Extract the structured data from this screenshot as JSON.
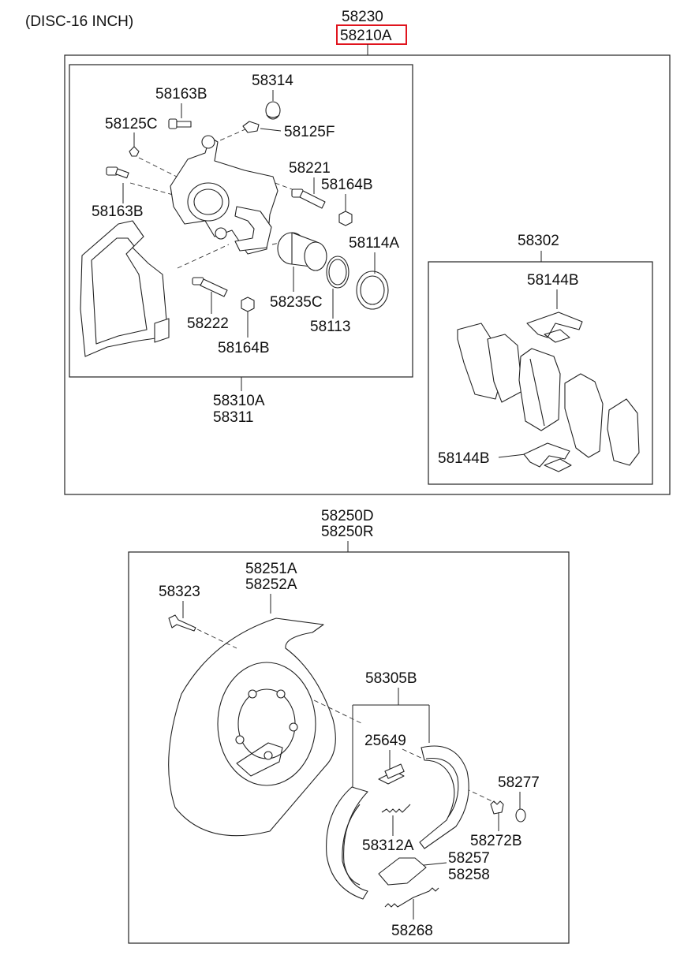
{
  "header": {
    "title": "(DISC-16 INCH)"
  },
  "assembly": {
    "part_top": "58230",
    "part_highlighted": "58210A",
    "highlight_color": "#e0141e"
  },
  "caliper": {
    "labels": {
      "p58314": "58314",
      "p58163B_top": "58163B",
      "p58125C": "58125C",
      "p58125F": "58125F",
      "p58221": "58221",
      "p58164B_top": "58164B",
      "p58163B_mid": "58163B",
      "p58114A": "58114A",
      "p58235C": "58235C",
      "p58113": "58113",
      "p58222": "58222",
      "p58164B_bot": "58164B"
    },
    "footer_line1": "58310A",
    "footer_line2": "58311"
  },
  "pads": {
    "title": "58302",
    "label_top": "58144B",
    "label_bottom": "58144B"
  },
  "parking": {
    "title_line1": "58250D",
    "title_line2": "58250R",
    "labels": {
      "p58251A": "58251A",
      "p58252A": "58252A",
      "p58323": "58323",
      "p58305B": "58305B",
      "p25649": "25649",
      "p58277": "58277",
      "p58272B": "58272B",
      "p58312A": "58312A",
      "p58257": "58257",
      "p58258": "58258",
      "p58268": "58268"
    }
  }
}
